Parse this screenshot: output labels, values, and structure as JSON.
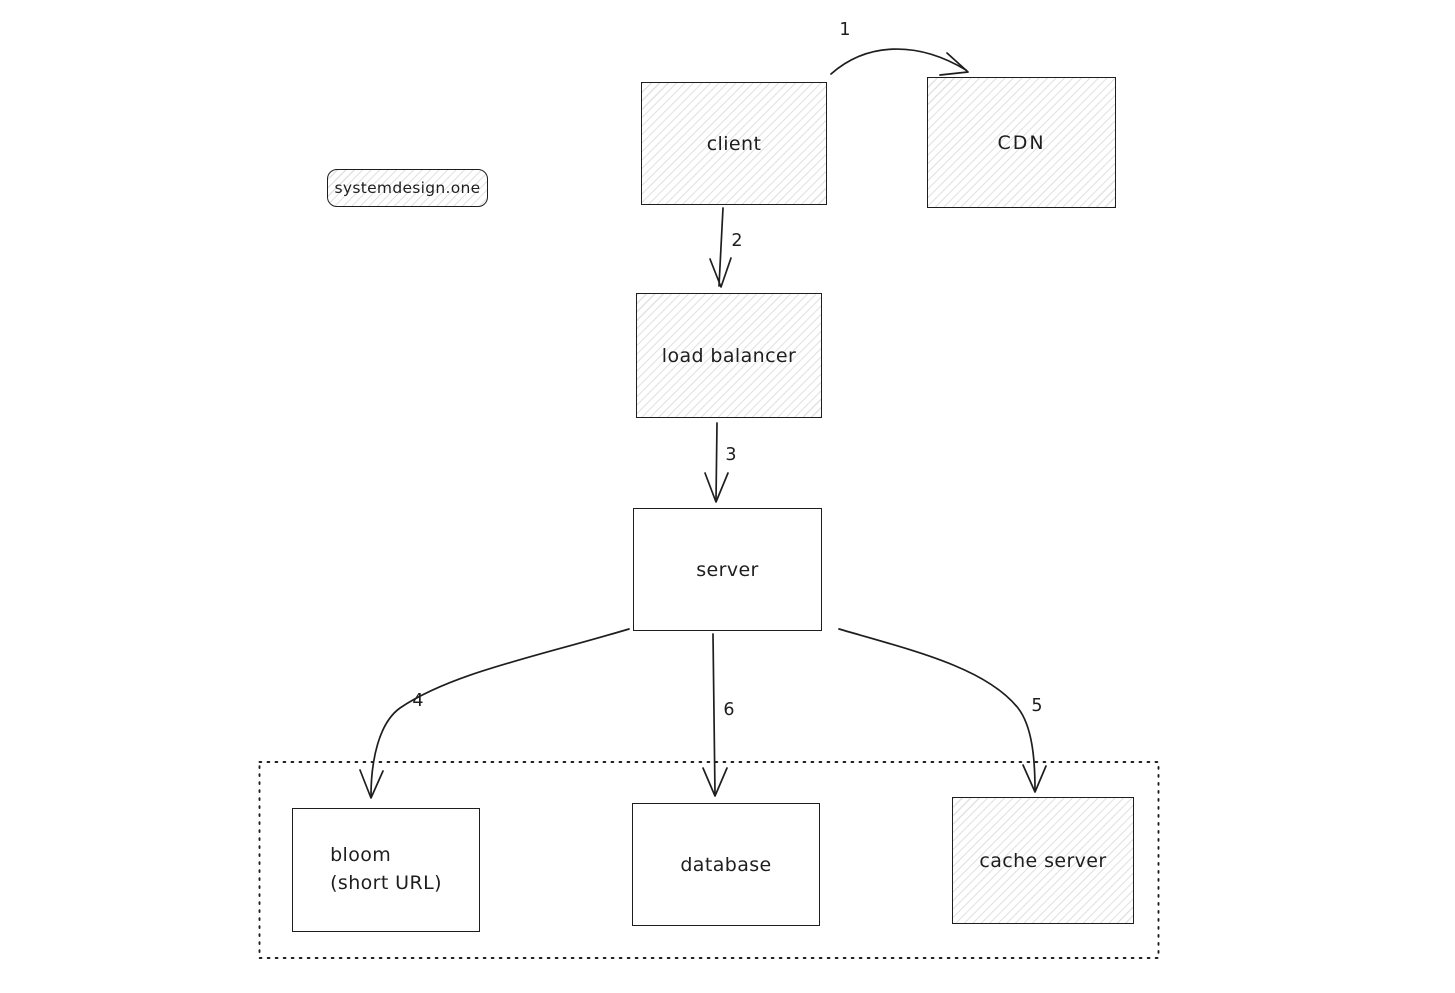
{
  "diagram": {
    "source_badge": "systemdesign.one",
    "type": "system-design-flow",
    "background": "#ffffff"
  },
  "colors": {
    "stroke": "#1e1e1e",
    "hatch_line": "rgba(30,30,30,0.13)",
    "background": "#ffffff"
  },
  "nodes": {
    "client": {
      "label": "client",
      "fill": "hatch"
    },
    "cdn": {
      "label": "CDN",
      "fill": "hatch"
    },
    "load_balancer": {
      "label": "load balancer",
      "fill": "hatch"
    },
    "server": {
      "label": "server",
      "fill": "plain"
    },
    "bloom": {
      "label_line1": "bloom",
      "label_line2": "(short URL)",
      "fill": "plain"
    },
    "database": {
      "label": "database",
      "fill": "plain"
    },
    "cache_server": {
      "label": "cache server",
      "fill": "hatch"
    }
  },
  "edges": [
    {
      "label": "1",
      "from": "client",
      "to": "cdn"
    },
    {
      "label": "2",
      "from": "client",
      "to": "load balancer"
    },
    {
      "label": "3",
      "from": "load balancer",
      "to": "server"
    },
    {
      "label": "4",
      "from": "server",
      "to": "bloom (short URL)"
    },
    {
      "label": "5",
      "from": "server",
      "to": "cache server"
    },
    {
      "label": "6",
      "from": "server",
      "to": "database"
    }
  ],
  "groups": {
    "storage_boundary": {
      "style": "dotted",
      "contains": [
        "bloom (short URL)",
        "database",
        "cache server"
      ]
    }
  }
}
